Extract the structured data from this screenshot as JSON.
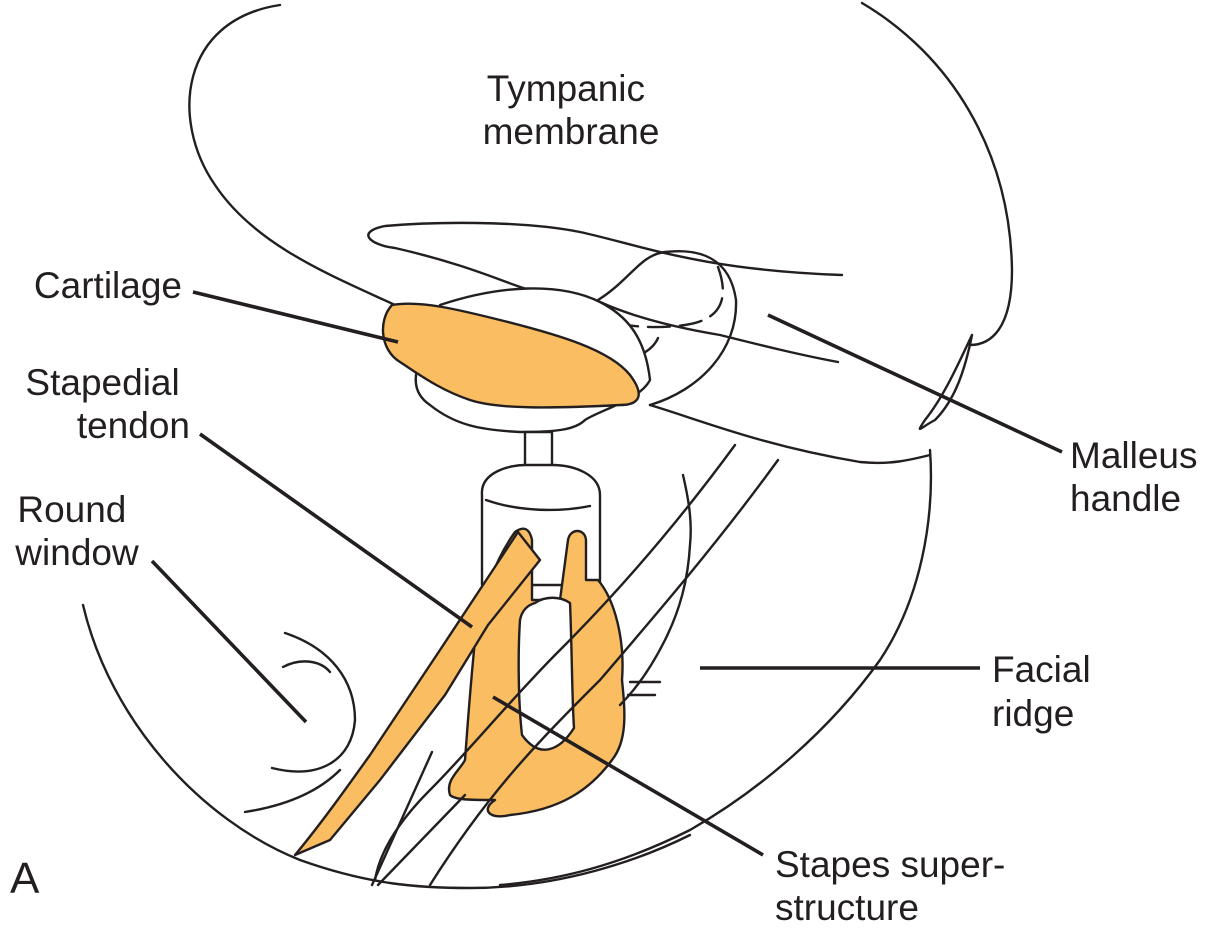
{
  "figure": {
    "panel_letter": "A",
    "highlight_color": "#fabd62",
    "line_color": "#231f20",
    "background_color": "#ffffff"
  },
  "labels": {
    "tympanic_membrane": [
      "Tympanic",
      "membrane"
    ],
    "cartilage": [
      "Cartilage"
    ],
    "stapedial_tendon": [
      "Stapedial",
      "tendon"
    ],
    "round_window": [
      "Round",
      "window"
    ],
    "malleus_handle": [
      "Malleus",
      "handle"
    ],
    "facial_ridge": [
      "Facial",
      "ridge"
    ],
    "stapes_superstructure": [
      "Stapes super-",
      "structure"
    ]
  }
}
